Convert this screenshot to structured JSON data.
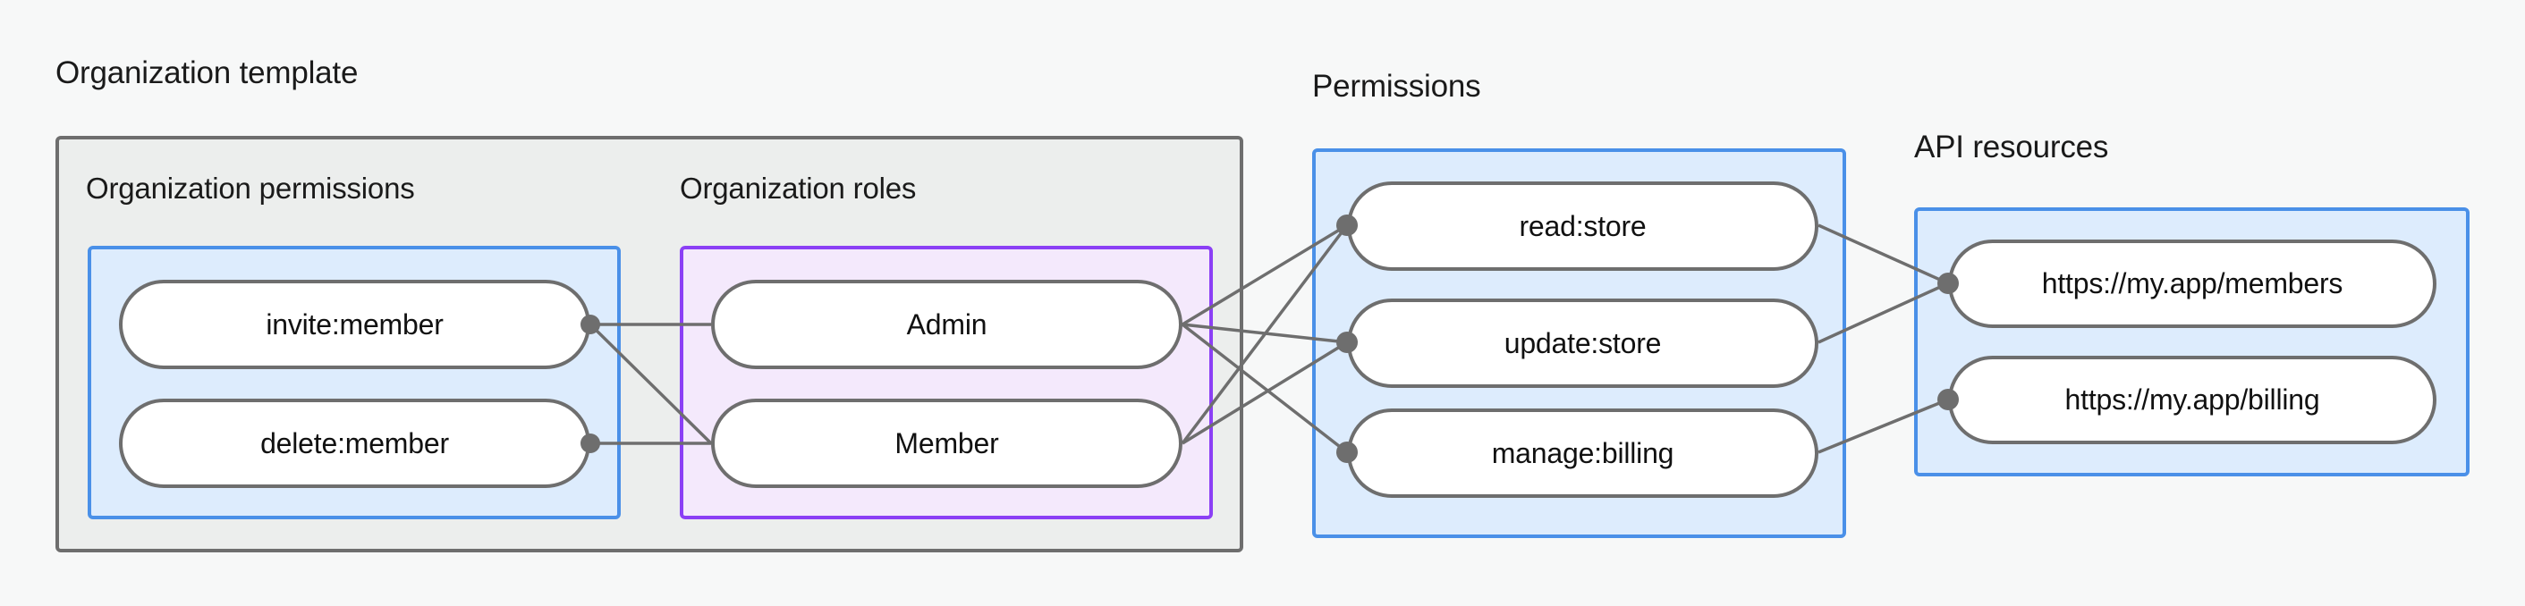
{
  "titles": {
    "organization_template": "Organization template",
    "permissions": "Permissions",
    "api_resources": "API resources"
  },
  "sections": {
    "organization_permissions": "Organization permissions",
    "organization_roles": "Organization roles"
  },
  "nodes": {
    "org_permissions": [
      {
        "id": "invite-member",
        "label": "invite:member"
      },
      {
        "id": "delete-member",
        "label": "delete:member"
      }
    ],
    "org_roles": [
      {
        "id": "admin",
        "label": "Admin"
      },
      {
        "id": "member",
        "label": "Member"
      }
    ],
    "permissions": [
      {
        "id": "read-store",
        "label": "read:store"
      },
      {
        "id": "update-store",
        "label": "update:store"
      },
      {
        "id": "manage-billing",
        "label": "manage:billing"
      }
    ],
    "api_resources": [
      {
        "id": "members-resource",
        "label": "https://my.app/members"
      },
      {
        "id": "billing-resource",
        "label": "https://my.app/billing"
      }
    ]
  },
  "edges": [
    {
      "from": "invite-member",
      "to": "admin"
    },
    {
      "from": "invite-member",
      "to": "member"
    },
    {
      "from": "delete-member",
      "to": "member"
    },
    {
      "from": "admin",
      "to": "read-store"
    },
    {
      "from": "admin",
      "to": "update-store"
    },
    {
      "from": "admin",
      "to": "manage-billing"
    },
    {
      "from": "member",
      "to": "read-store"
    },
    {
      "from": "member",
      "to": "update-store"
    },
    {
      "from": "read-store",
      "to": "members-resource"
    },
    {
      "from": "update-store",
      "to": "members-resource"
    },
    {
      "from": "manage-billing",
      "to": "billing-resource"
    }
  ],
  "colors": {
    "background": "#f7f8f8",
    "outer_box_fill": "#eceeed",
    "outer_box_border": "#6e6e6e",
    "blue_box_fill": "#ddecfd",
    "blue_box_border": "#4a90e8",
    "purple_box_fill": "#f4e9fc",
    "purple_box_border": "#8b3ff5",
    "node_fill": "#ffffff",
    "node_border": "#6e6e6e",
    "edge": "#6e6e6e",
    "text": "#1a1a1a"
  }
}
